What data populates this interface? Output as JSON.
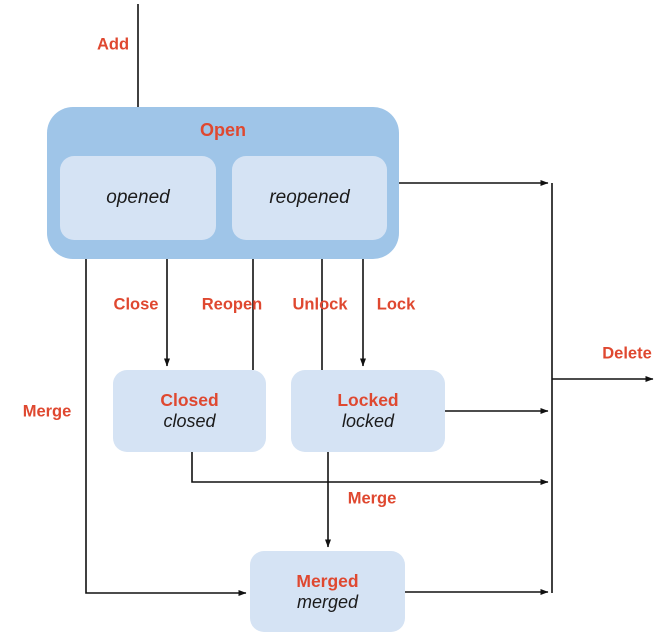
{
  "diagram": {
    "colors": {
      "group_fill": "#9fc5e8",
      "state_fill": "#d5e3f4",
      "action_text": "#df4830",
      "state_text": "#1b1b1b",
      "line": "#111111",
      "background": "#ffffff"
    },
    "groups": {
      "open": {
        "label": "Open"
      }
    },
    "states": {
      "opened": {
        "label": "opened"
      },
      "reopened": {
        "label": "reopened"
      },
      "closed": {
        "title": "Closed",
        "label": "closed"
      },
      "locked": {
        "title": "Locked",
        "label": "locked"
      },
      "merged": {
        "title": "Merged",
        "label": "merged"
      }
    },
    "transitions": {
      "add": {
        "label": "Add"
      },
      "close": {
        "label": "Close"
      },
      "reopen": {
        "label": "Reopen"
      },
      "unlock": {
        "label": "Unlock"
      },
      "lock": {
        "label": "Lock"
      },
      "merge_left": {
        "label": "Merge"
      },
      "merge_bottom": {
        "label": "Merge"
      },
      "delete": {
        "label": "Delete"
      }
    }
  }
}
